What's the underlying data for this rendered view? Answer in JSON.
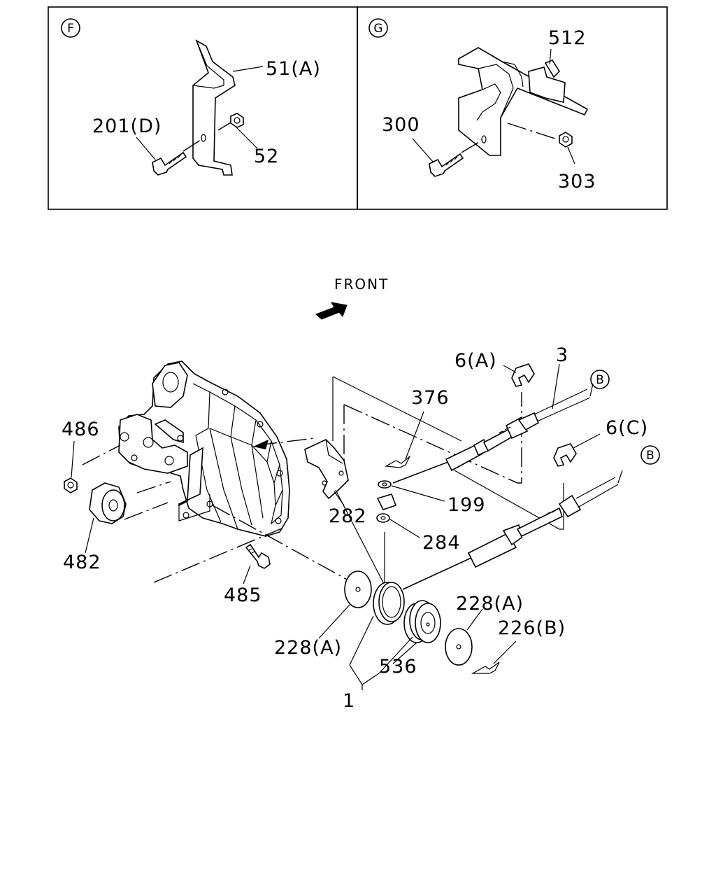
{
  "inset_f": {
    "marker": "F",
    "labels": {
      "bracket": "51(A)",
      "bolt": "201(D)",
      "nut": "52"
    }
  },
  "inset_g": {
    "marker": "G",
    "labels": {
      "clip": "512",
      "bolt": "300",
      "nut": "303"
    }
  },
  "front_label": "FRONT",
  "callouts": {
    "c486": "486",
    "c482": "482",
    "c485": "485",
    "c282": "282",
    "c376": "376",
    "c6a": "6(A)",
    "c3": "3",
    "c6c": "6(C)",
    "c199": "199",
    "c284": "284",
    "c228a_left": "228(A)",
    "c228a_right": "228(A)",
    "c536": "536",
    "c226b": "226(B)",
    "c1": "1"
  },
  "ref_markers": {
    "upper_cable": "B",
    "lower_cable": "B"
  }
}
